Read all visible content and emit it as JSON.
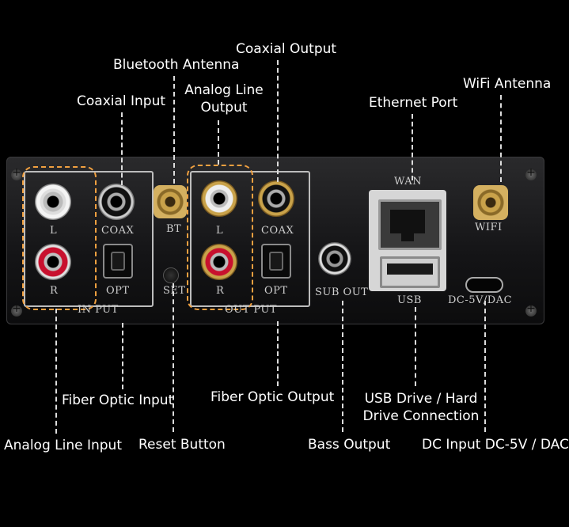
{
  "callouts": {
    "coaxial_output": "Coaxial Output",
    "bluetooth_antenna": "Bluetooth Antenna",
    "analog_line_output": "Analog Line\nOutput",
    "coaxial_input": "Coaxial Input",
    "wifi_antenna": "WiFi Antenna",
    "ethernet_port": "Ethernet Port",
    "fiber_optic_input": "Fiber Optic Input",
    "fiber_optic_output": "Fiber Optic Output",
    "usb_drive": "USB Drive / Hard\nDrive Connection",
    "analog_line_input": "Analog Line Input",
    "reset_button": "Reset Button",
    "bass_output": "Bass Output",
    "dc_input": "DC Input DC-5V / DAC"
  },
  "panel_markings": {
    "l_in": "L",
    "r_in": "R",
    "coax_in": "COAX",
    "opt_in": "OPT",
    "input": "IN PUT",
    "bt": "BT",
    "set": "SET",
    "l_out": "L",
    "r_out": "R",
    "coax_out": "COAX",
    "opt_out": "OPT",
    "output": "OUT PUT",
    "sub_out": "SUB OUT",
    "wan": "WAN",
    "usb": "USB",
    "wifi": "WIFI",
    "dc": "DC-5V/DAC"
  },
  "colors": {
    "background": "#000000",
    "callout_text": "#ffffff",
    "highlight_dash": "#f0a040",
    "rca_red": "#c8102e",
    "rca_white": "#e8e8e8",
    "gold": "#c9a24a"
  }
}
